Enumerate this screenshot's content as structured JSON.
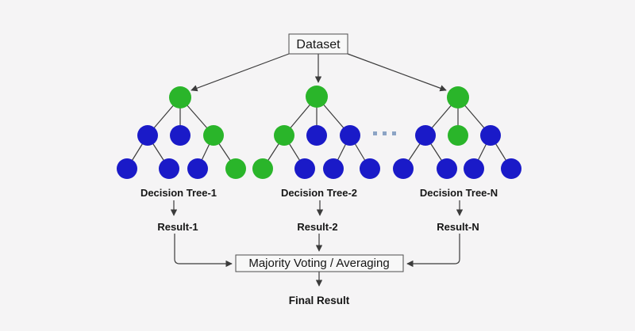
{
  "dataset_label": "Dataset",
  "trees": [
    {
      "label": "Decision Tree-1",
      "result_label": "Result-1",
      "root": "green",
      "level2": [
        "blue",
        "blue",
        "green"
      ],
      "leaves": [
        "blue",
        "blue",
        "blue",
        "green"
      ]
    },
    {
      "label": "Decision Tree-2",
      "result_label": "Result-2",
      "root": "green",
      "level2": [
        "green",
        "blue",
        "blue"
      ],
      "leaves": [
        "green",
        "blue",
        "blue",
        "blue"
      ]
    },
    {
      "label": "Decision Tree-N",
      "result_label": "Result-N",
      "root": "green",
      "level2": [
        "blue",
        "green",
        "blue"
      ],
      "leaves": [
        "blue",
        "blue",
        "blue",
        "blue"
      ]
    }
  ],
  "ellipsis": {
    "dot_count": 3
  },
  "aggregator_label": "Majority Voting / Averaging",
  "final_label": "Final Result",
  "colors": {
    "background": "#f5f4f5",
    "green_node": "#2ab52a",
    "blue_node": "#1a1ac8",
    "ellipsis_dot": "#8ca4c5",
    "line": "#3b3b3b",
    "box_border": "#4d4d4d",
    "box_fill": "#f8f8f8",
    "text": "#161616"
  }
}
